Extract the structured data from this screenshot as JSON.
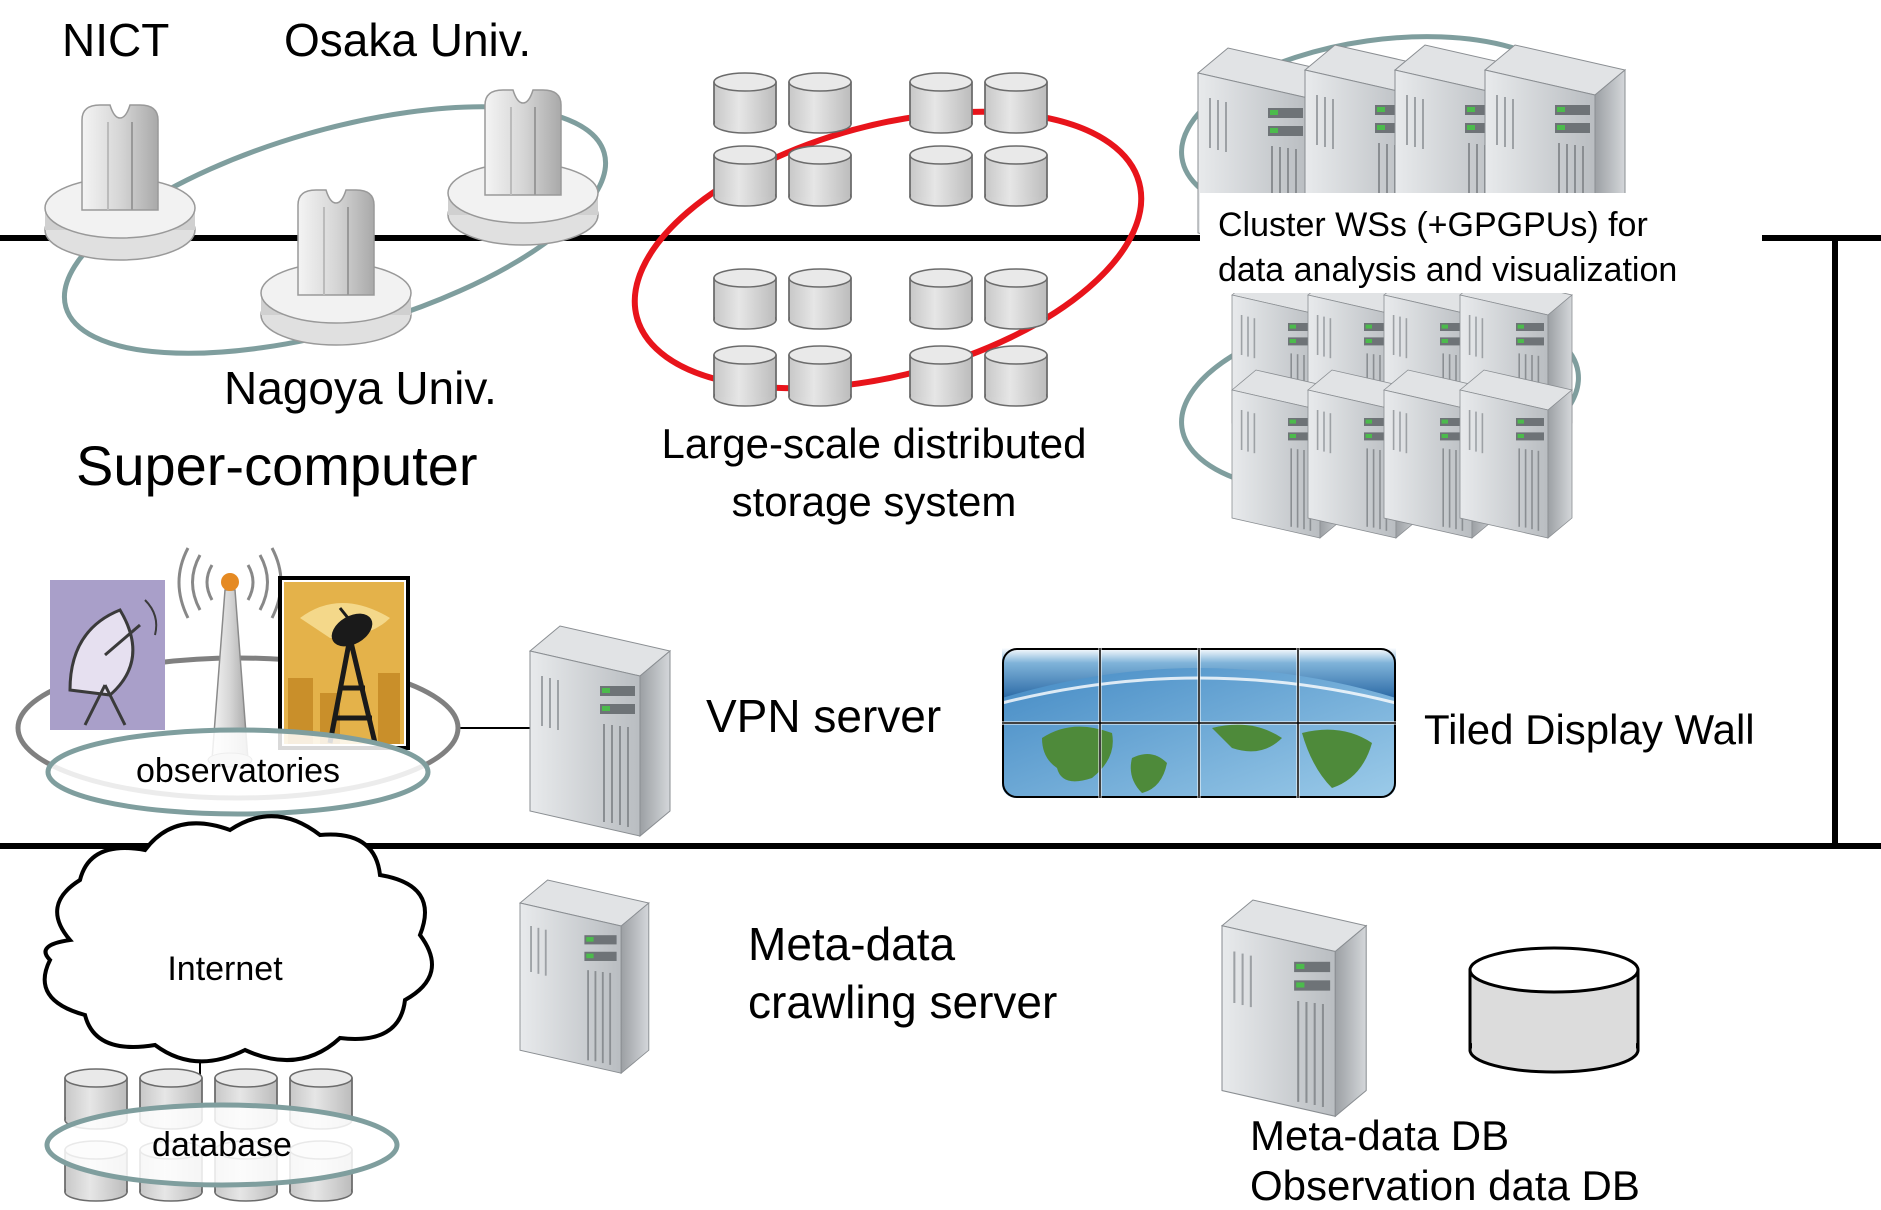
{
  "labels": {
    "nict": "NICT",
    "osaka": "Osaka Univ.",
    "nagoya": "Nagoya Univ.",
    "supercomputer": "Super-computer",
    "storage_line1": "Large-scale distributed",
    "storage_line2": "storage system",
    "cluster_line1": "Cluster WSs (+GPGPUs) for",
    "cluster_line2": "data analysis and visualization",
    "observatories": "observatories",
    "vpn": "VPN server",
    "tiled": "Tiled Display Wall",
    "internet": "Internet",
    "database": "database",
    "crawl_line1": "Meta-data",
    "crawl_line2": "crawling server",
    "db_line1": "Meta-data DB",
    "db_line2": "Observation data DB"
  },
  "colors": {
    "network_line": "#000000",
    "ring_gray": "#7f9e9e",
    "ring_red": "#e8141b",
    "server_body": "#c6c9cc",
    "cylinder_fill": "#d9d9d9"
  },
  "icons": {
    "supercomputer": "supercomputer-tower-icon",
    "storage": "storage-cylinder-icon",
    "server": "rack-server-icon",
    "antenna": "antenna-icon",
    "satellite_dish": "satellite-dish-icon",
    "cloud": "cloud-icon",
    "display": "globe-display-icon"
  }
}
